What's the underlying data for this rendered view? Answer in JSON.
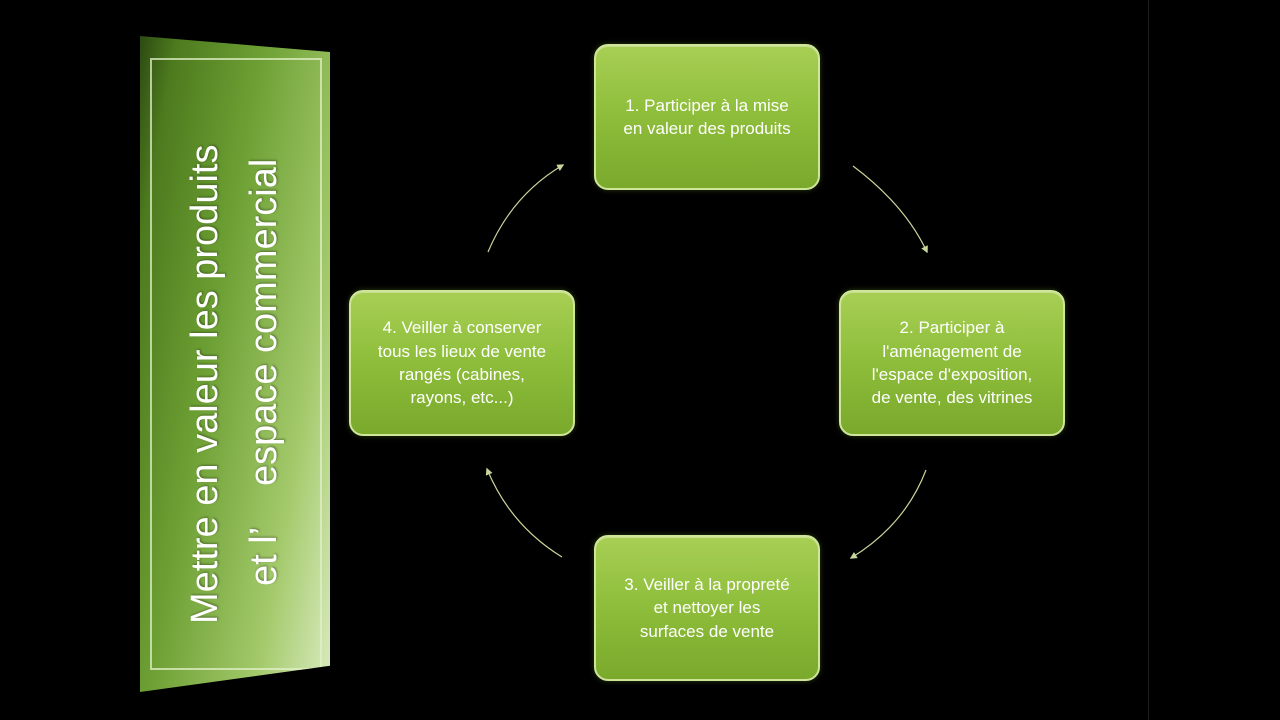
{
  "title": {
    "line1": "Mettre en valeur les produits",
    "line2": "et l’    espace commercial"
  },
  "steps": [
    {
      "label": "1. Participer à la mise\nen valeur des produits"
    },
    {
      "label": "2. Participer à\nl'aménagement de\nl'espace d'exposition,\nde vente, des vitrines"
    },
    {
      "label": "3. Veiller à la propreté\net nettoyer les\nsurfaces de vente"
    },
    {
      "label": "4. Veiller à conserver\ntous les lieux de vente\nrangés (cabines,\nrayons, etc...)"
    }
  ],
  "colors": {
    "box_fill": "#8dbd3a",
    "box_border": "#cfe59a",
    "arrow": "#c7d69a",
    "background": "#000000"
  }
}
